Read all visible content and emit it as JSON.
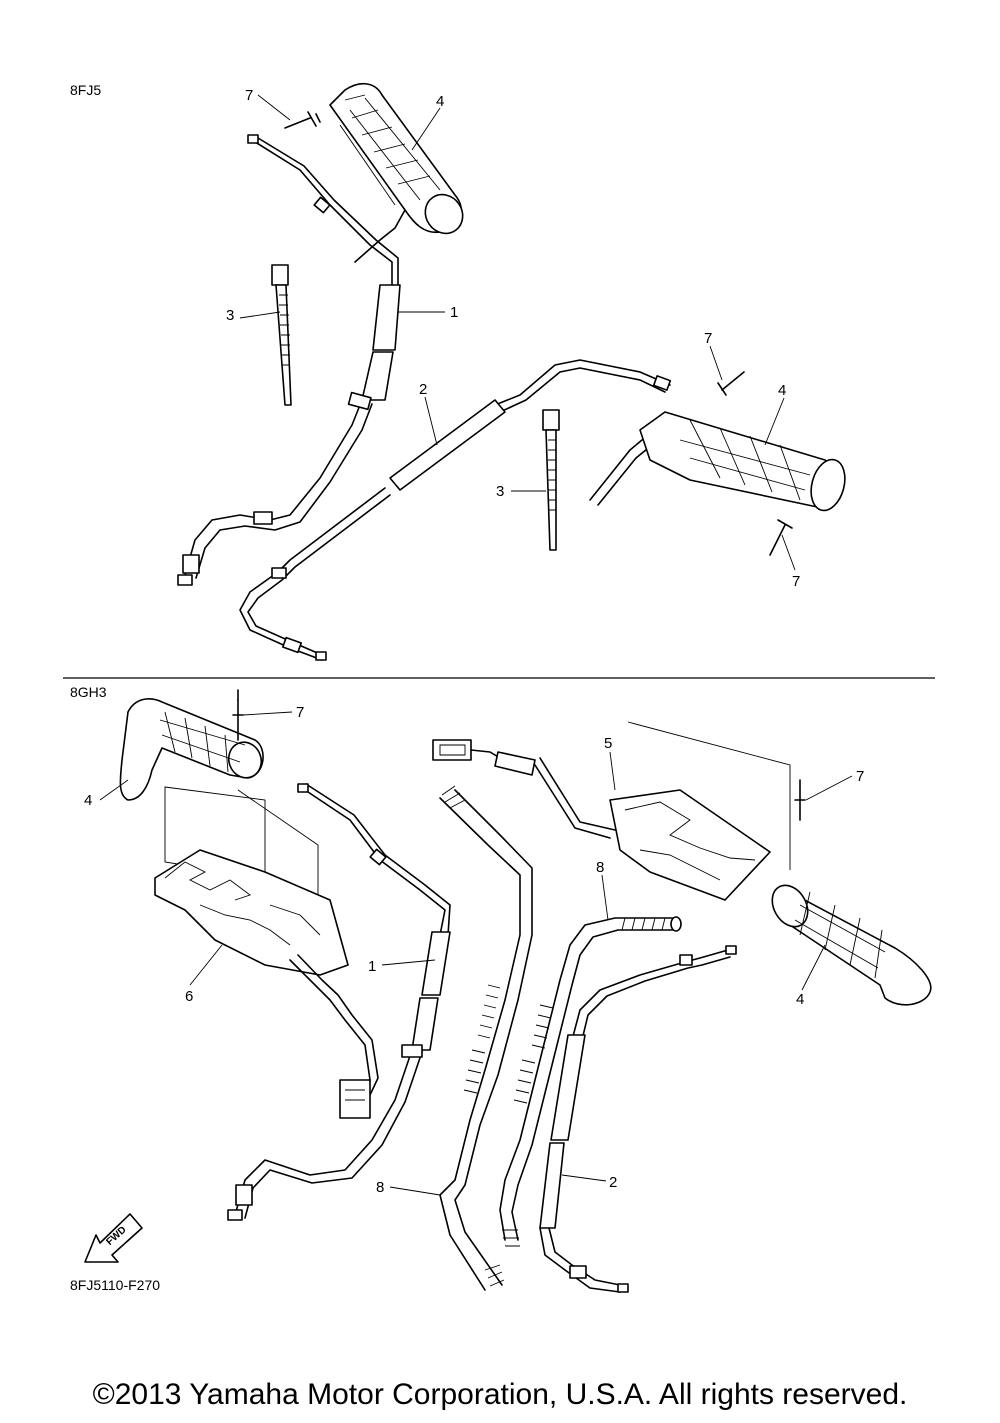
{
  "sections": {
    "top": "8FJ5",
    "bottom": "8GH3"
  },
  "callouts": {
    "t_7a": "7",
    "t_4a": "4",
    "t_3a": "3",
    "t_1a": "1",
    "t_2a": "2",
    "t_7b": "7",
    "t_4b": "4",
    "t_3b": "3",
    "t_7c": "7",
    "b_7a": "7",
    "b_4a": "4",
    "b_6": "6",
    "b_1": "1",
    "b_8a": "8",
    "b_5": "5",
    "b_7b": "7",
    "b_8b": "8",
    "b_4b": "4",
    "b_2": "2"
  },
  "fwd_badge": "FWD",
  "figure_id": "8FJ5110-F270",
  "copyright": "©2013 Yamaha Motor Corporation, U.S.A. All rights reserved."
}
